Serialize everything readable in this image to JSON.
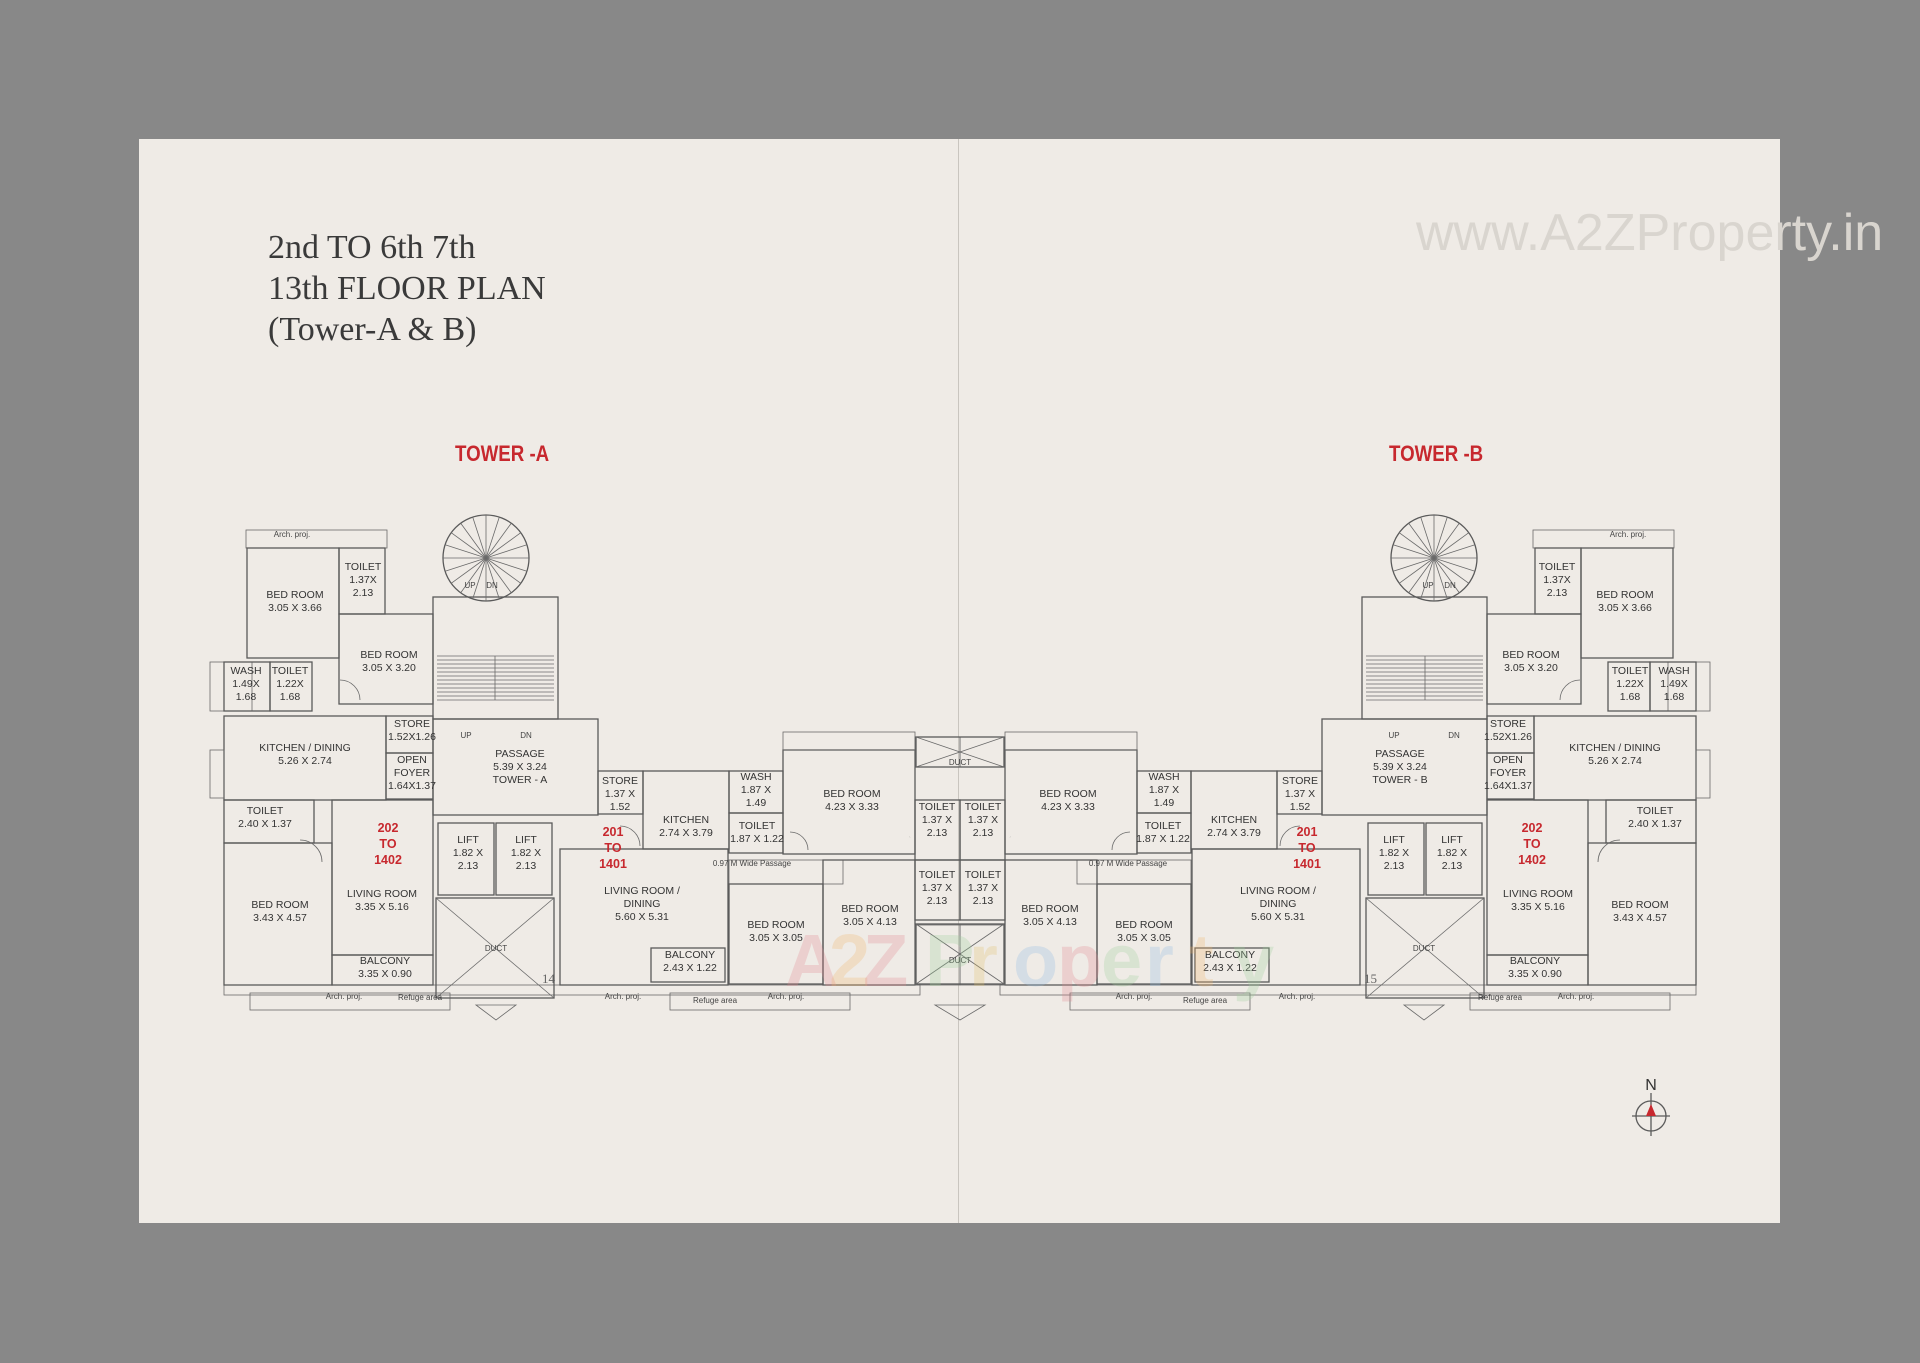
{
  "title_lines": [
    "2nd TO 6th 7th",
    "13th FLOOR PLAN",
    "(Tower-A & B)"
  ],
  "tower_a_label": "TOWER -A",
  "tower_b_label": "TOWER -B",
  "watermark_url": "www.A2ZProperty.in",
  "watermark_logo": "A2Z Property",
  "page_left": "14",
  "page_right": "15",
  "compass": "N",
  "stair": {
    "up": "UP",
    "dn": "DN"
  },
  "arch_proj": "Arch. proj.",
  "refuge_area": "Refuge area",
  "duct": "DUCT",
  "rooms_a": {
    "bed1": [
      "BED ROOM",
      "3.05 X 3.66"
    ],
    "toilet_top": [
      "TOILET",
      "1.37X",
      "2.13"
    ],
    "bed2": [
      "BED ROOM",
      "3.05 X 3.20"
    ],
    "wash": [
      "WASH",
      "1.49X",
      "1.68"
    ],
    "toilet2": [
      "TOILET",
      "1.22X",
      "1.68"
    ],
    "kitchen_dining": [
      "KITCHEN / DINING",
      "5.26 X 2.74"
    ],
    "store": [
      "STORE",
      "1.52X1.26"
    ],
    "open_foyer": [
      "OPEN",
      "FOYER",
      "1.64X1.37"
    ],
    "toilet3": [
      "TOILET",
      "2.40 X 1.37"
    ],
    "bed3": [
      "BED ROOM",
      "3.43 X 4.57"
    ],
    "living": [
      "LIVING ROOM",
      "3.35 X 5.16"
    ],
    "balcony": [
      "BALCONY",
      "3.35 X 0.90"
    ],
    "passage": [
      "PASSAGE",
      "5.39 X 3.24",
      "TOWER - A"
    ],
    "lift1": [
      "LIFT",
      "1.82 X",
      "2.13"
    ],
    "lift2": [
      "LIFT",
      "1.82 X",
      "2.13"
    ],
    "unit_left": [
      "202",
      "TO",
      "1402"
    ],
    "unit_right": [
      "201",
      "TO",
      "1401"
    ],
    "store2": [
      "STORE",
      "1.37 X",
      "1.52"
    ],
    "kitchen": [
      "KITCHEN",
      "2.74 X 3.79"
    ],
    "wash2": [
      "WASH",
      "1.87 X",
      "1.49"
    ],
    "toilet4": [
      "TOILET",
      "1.87 X 1.22"
    ],
    "bed4": [
      "BED ROOM",
      "4.23 X 3.33"
    ],
    "passage_small": "0.97 M Wide Passage",
    "living2": [
      "LIVING ROOM /",
      "DINING",
      "5.60 X 5.31"
    ],
    "balcony2": [
      "BALCONY",
      "2.43 X 1.22"
    ],
    "bed5": [
      "BED ROOM",
      "3.05 X 3.05"
    ],
    "bed6": [
      "BED ROOM",
      "3.05 X 4.13"
    ],
    "toilet_c1": [
      "TOILET",
      "1.37 X",
      "2.13"
    ],
    "toilet_c2": [
      "TOILET",
      "1.37 X",
      "2.13"
    ]
  },
  "rooms_b": {
    "bed1": [
      "BED ROOM",
      "3.05 X 3.66"
    ],
    "toilet_top": [
      "TOILET",
      "1.37X",
      "2.13"
    ],
    "bed2": [
      "BED ROOM",
      "3.05 X 3.20"
    ],
    "wash": [
      "WASH",
      "1.49X",
      "1.68"
    ],
    "toilet2": [
      "TOILET",
      "1.22X",
      "1.68"
    ],
    "kitchen_dining": [
      "KITCHEN / DINING",
      "5.26 X 2.74"
    ],
    "store": [
      "STORE",
      "1.52X1.26"
    ],
    "open_foyer": [
      "OPEN",
      "FOYER",
      "1.64X1.37"
    ],
    "toilet3": [
      "TOILET",
      "2.40 X 1.37"
    ],
    "bed3": [
      "BED ROOM",
      "3.43 X 4.57"
    ],
    "living": [
      "LIVING ROOM",
      "3.35 X 5.16"
    ],
    "balcony": [
      "BALCONY",
      "3.35 X 0.90"
    ],
    "passage": [
      "PASSAGE",
      "5.39 X 3.24",
      "TOWER - B"
    ],
    "lift1": [
      "LIFT",
      "1.82 X",
      "2.13"
    ],
    "lift2": [
      "LIFT",
      "1.82 X",
      "2.13"
    ],
    "unit_left": [
      "202",
      "TO",
      "1402"
    ],
    "unit_right": [
      "201",
      "TO",
      "1401"
    ],
    "store2": [
      "STORE",
      "1.37 X",
      "1.52"
    ],
    "kitchen": [
      "KITCHEN",
      "2.74 X 3.79"
    ],
    "wash2": [
      "WASH",
      "1.87 X",
      "1.49"
    ],
    "toilet4": [
      "TOILET",
      "1.87 X 1.22"
    ],
    "bed4": [
      "BED ROOM",
      "4.23 X 3.33"
    ],
    "passage_small": "0.97 M Wide Passage",
    "living2": [
      "LIVING ROOM /",
      "DINING",
      "5.60 X 5.31"
    ],
    "balcony2": [
      "BALCONY",
      "2.43 X 1.22"
    ],
    "bed5": [
      "BED ROOM",
      "3.05 X 3.05"
    ],
    "bed6": [
      "BED ROOM",
      "3.05 X 4.13"
    ],
    "toilet_c1": [
      "TOILET",
      "1.37 X",
      "2.13"
    ],
    "toilet_c2": [
      "TOILET",
      "1.37 X",
      "2.13"
    ]
  }
}
